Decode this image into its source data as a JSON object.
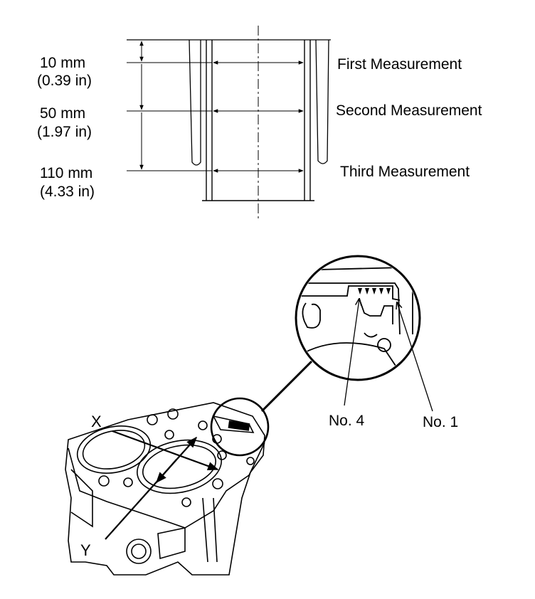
{
  "measurements": [
    {
      "metric": "10 mm",
      "imperial": "(0.39 in)",
      "name": "First Measurement"
    },
    {
      "metric": "50 mm",
      "imperial": "(1.97 in)",
      "name": "Second Measurement"
    },
    {
      "metric": "110 mm",
      "imperial": "(4.33 in)",
      "name": "Third Measurement"
    }
  ],
  "block_axes": {
    "x_label": "X",
    "y_label": "Y"
  },
  "detail_callouts": {
    "no4": "No. 4",
    "no1": "No. 1"
  },
  "colors": {
    "ink": "#000000",
    "paper": "#ffffff",
    "casting_fill": "#ffffff",
    "marker_fill": "#000000"
  }
}
